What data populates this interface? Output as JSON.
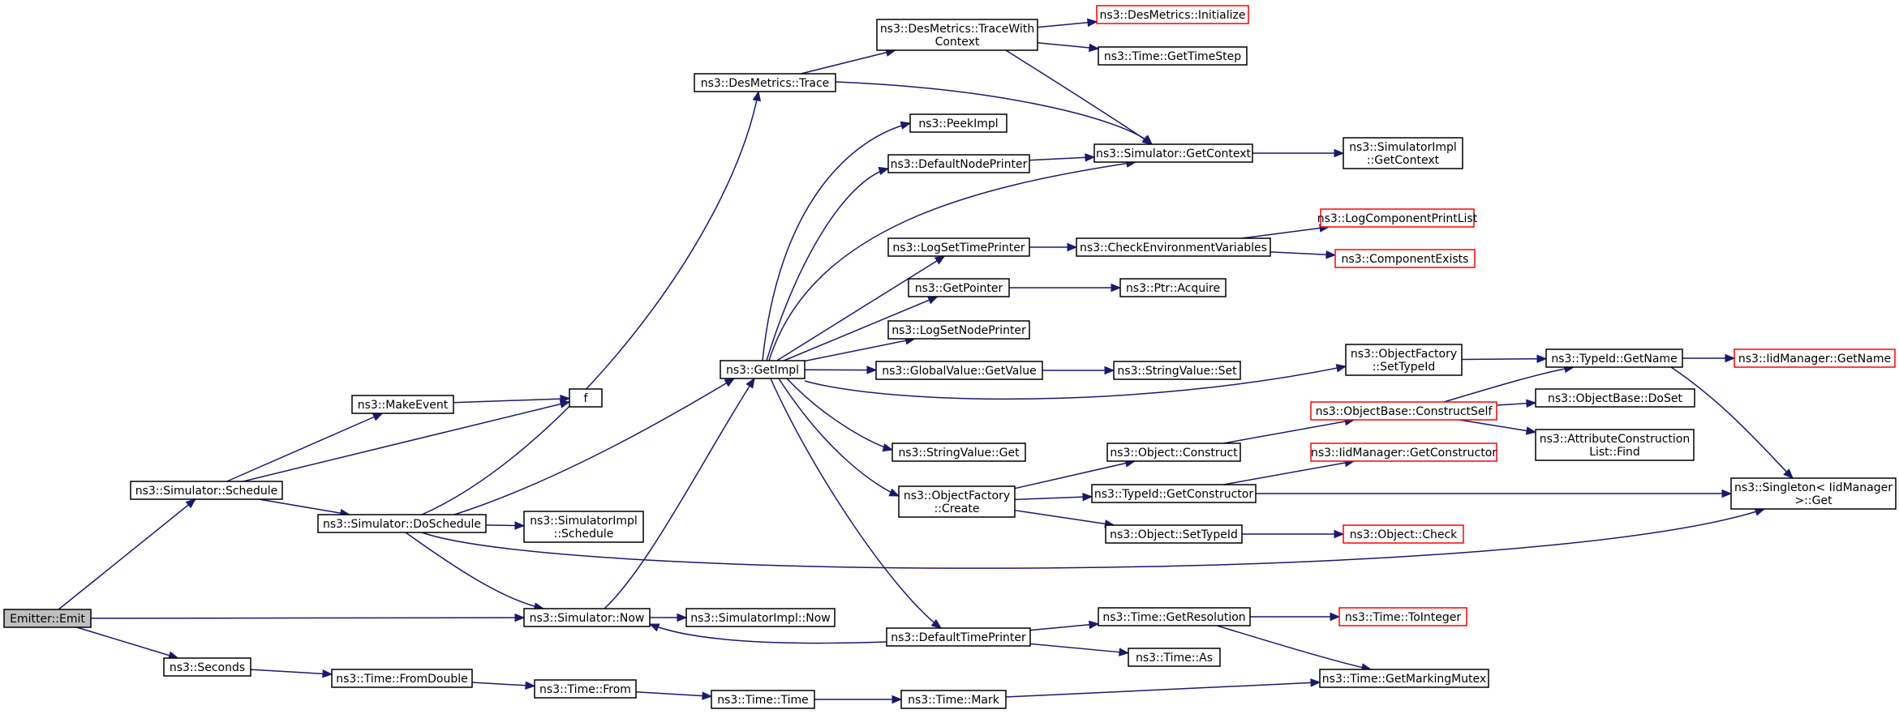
{
  "diagram": {
    "title": "",
    "colors": {
      "edge": "#191970",
      "root_fill": "#bfbfbf",
      "undocumented_border": "#ff0000",
      "node_border": "#000000"
    },
    "nodes": [
      {
        "id": "emit",
        "lines": [
          "Emitter::Emit"
        ],
        "style": "root"
      },
      {
        "id": "sched",
        "lines": [
          "ns3::Simulator::Schedule"
        ]
      },
      {
        "id": "makeevent",
        "lines": [
          "ns3::MakeEvent"
        ]
      },
      {
        "id": "f",
        "lines": [
          "f"
        ]
      },
      {
        "id": "dosched",
        "lines": [
          "ns3::Simulator::DoSchedule"
        ]
      },
      {
        "id": "simimplsched",
        "lines": [
          "ns3::SimulatorImpl",
          "::Schedule"
        ]
      },
      {
        "id": "simnow",
        "lines": [
          "ns3::Simulator::Now"
        ]
      },
      {
        "id": "simimplnow",
        "lines": [
          "ns3::SimulatorImpl::Now"
        ]
      },
      {
        "id": "seconds",
        "lines": [
          "ns3::Seconds"
        ]
      },
      {
        "id": "fromdouble",
        "lines": [
          "ns3::Time::FromDouble"
        ]
      },
      {
        "id": "from",
        "lines": [
          "ns3::Time::From"
        ]
      },
      {
        "id": "timetime",
        "lines": [
          "ns3::Time::Time"
        ]
      },
      {
        "id": "mark",
        "lines": [
          "ns3::Time::Mark"
        ]
      },
      {
        "id": "getimpl",
        "lines": [
          "ns3::GetImpl"
        ]
      },
      {
        "id": "trace",
        "lines": [
          "ns3::DesMetrics::Trace"
        ]
      },
      {
        "id": "tracewith",
        "lines": [
          "ns3::DesMetrics::TraceWith",
          "Context"
        ]
      },
      {
        "id": "desinit",
        "lines": [
          "ns3::DesMetrics::Initialize"
        ],
        "style": "red"
      },
      {
        "id": "gettimestep",
        "lines": [
          "ns3::Time::GetTimeStep"
        ]
      },
      {
        "id": "peekimpl",
        "lines": [
          "ns3::PeekImpl"
        ]
      },
      {
        "id": "defnodeprinter",
        "lines": [
          "ns3::DefaultNodePrinter"
        ]
      },
      {
        "id": "getcontext",
        "lines": [
          "ns3::Simulator::GetContext"
        ]
      },
      {
        "id": "simimplgetctx",
        "lines": [
          "ns3::SimulatorImpl",
          "::GetContext"
        ]
      },
      {
        "id": "logsettime",
        "lines": [
          "ns3::LogSetTimePrinter"
        ]
      },
      {
        "id": "checkenv",
        "lines": [
          "ns3::CheckEnvironmentVariables"
        ]
      },
      {
        "id": "logcompprint",
        "lines": [
          "ns3::LogComponentPrintList"
        ],
        "style": "red"
      },
      {
        "id": "compexists",
        "lines": [
          "ns3::ComponentExists"
        ],
        "style": "red"
      },
      {
        "id": "getpointer",
        "lines": [
          "ns3::GetPointer"
        ]
      },
      {
        "id": "ptracquire",
        "lines": [
          "ns3::Ptr::Acquire"
        ]
      },
      {
        "id": "logsetnode",
        "lines": [
          "ns3::LogSetNodePrinter"
        ]
      },
      {
        "id": "gvgetvalue",
        "lines": [
          "ns3::GlobalValue::GetValue"
        ]
      },
      {
        "id": "svset",
        "lines": [
          "ns3::StringValue::Set"
        ]
      },
      {
        "id": "ofsettypeid",
        "lines": [
          "ns3::ObjectFactory",
          "::SetTypeId"
        ]
      },
      {
        "id": "typeidgetname",
        "lines": [
          "ns3::TypeId::GetName"
        ]
      },
      {
        "id": "iidgetname",
        "lines": [
          "ns3::IidManager::GetName"
        ],
        "style": "red"
      },
      {
        "id": "obconstructself",
        "lines": [
          "ns3::ObjectBase::ConstructSelf"
        ],
        "style": "red"
      },
      {
        "id": "obdoset",
        "lines": [
          "ns3::ObjectBase::DoSet"
        ]
      },
      {
        "id": "attrconstruct",
        "lines": [
          "ns3::AttributeConstruction",
          "List::Find"
        ]
      },
      {
        "id": "svget",
        "lines": [
          "ns3::StringValue::Get"
        ]
      },
      {
        "id": "objconstruct",
        "lines": [
          "ns3::Object::Construct"
        ]
      },
      {
        "id": "iidgetconstructor",
        "lines": [
          "ns3::IidManager::GetConstructor"
        ],
        "style": "red"
      },
      {
        "id": "ofcreate",
        "lines": [
          "ns3::ObjectFactory",
          "::Create"
        ]
      },
      {
        "id": "typeidgetconstructor",
        "lines": [
          "ns3::TypeId::GetConstructor"
        ]
      },
      {
        "id": "singleton",
        "lines": [
          "ns3::Singleton< IidManager",
          ">::Get"
        ]
      },
      {
        "id": "objsettypeid",
        "lines": [
          "ns3::Object::SetTypeId"
        ]
      },
      {
        "id": "objcheck",
        "lines": [
          "ns3::Object::Check"
        ],
        "style": "red"
      },
      {
        "id": "deftimeprinter",
        "lines": [
          "ns3::DefaultTimePrinter"
        ]
      },
      {
        "id": "getresolution",
        "lines": [
          "ns3::Time::GetResolution"
        ]
      },
      {
        "id": "tointeger",
        "lines": [
          "ns3::Time::ToInteger"
        ],
        "style": "red"
      },
      {
        "id": "timeas",
        "lines": [
          "ns3::Time::As"
        ]
      },
      {
        "id": "getmarkingmutex",
        "lines": [
          "ns3::Time::GetMarkingMutex"
        ]
      }
    ],
    "edges": [
      [
        "emit",
        "sched"
      ],
      [
        "emit",
        "simnow"
      ],
      [
        "emit",
        "seconds"
      ],
      [
        "sched",
        "makeevent"
      ],
      [
        "sched",
        "f"
      ],
      [
        "sched",
        "dosched"
      ],
      [
        "makeevent",
        "f"
      ],
      [
        "dosched",
        "trace"
      ],
      [
        "dosched",
        "getimpl"
      ],
      [
        "dosched",
        "simimplsched"
      ],
      [
        "dosched",
        "simnow"
      ],
      [
        "dosched",
        "singleton"
      ],
      [
        "simnow",
        "getimpl"
      ],
      [
        "simnow",
        "simimplnow"
      ],
      [
        "seconds",
        "fromdouble"
      ],
      [
        "fromdouble",
        "from"
      ],
      [
        "from",
        "timetime"
      ],
      [
        "timetime",
        "mark"
      ],
      [
        "mark",
        "getmarkingmutex"
      ],
      [
        "trace",
        "tracewith"
      ],
      [
        "trace",
        "getcontext"
      ],
      [
        "tracewith",
        "desinit"
      ],
      [
        "tracewith",
        "gettimestep"
      ],
      [
        "tracewith",
        "getcontext"
      ],
      [
        "getimpl",
        "peekimpl"
      ],
      [
        "getimpl",
        "defnodeprinter"
      ],
      [
        "getimpl",
        "getcontext"
      ],
      [
        "getimpl",
        "logsettime"
      ],
      [
        "getimpl",
        "getpointer"
      ],
      [
        "getimpl",
        "logsetnode"
      ],
      [
        "getimpl",
        "gvgetvalue"
      ],
      [
        "getimpl",
        "ofsettypeid"
      ],
      [
        "getimpl",
        "svget"
      ],
      [
        "getimpl",
        "ofcreate"
      ],
      [
        "getimpl",
        "deftimeprinter"
      ],
      [
        "defnodeprinter",
        "getcontext"
      ],
      [
        "getcontext",
        "simimplgetctx"
      ],
      [
        "logsettime",
        "checkenv"
      ],
      [
        "checkenv",
        "logcompprint"
      ],
      [
        "checkenv",
        "compexists"
      ],
      [
        "getpointer",
        "ptracquire"
      ],
      [
        "gvgetvalue",
        "svset"
      ],
      [
        "ofsettypeid",
        "typeidgetname"
      ],
      [
        "typeidgetname",
        "iidgetname"
      ],
      [
        "typeidgetname",
        "singleton"
      ],
      [
        "obconstructself",
        "typeidgetname"
      ],
      [
        "obconstructself",
        "obdoset"
      ],
      [
        "obconstructself",
        "attrconstruct"
      ],
      [
        "ofcreate",
        "objconstruct"
      ],
      [
        "ofcreate",
        "typeidgetconstructor"
      ],
      [
        "ofcreate",
        "objsettypeid"
      ],
      [
        "objconstruct",
        "obconstructself"
      ],
      [
        "typeidgetconstructor",
        "iidgetconstructor"
      ],
      [
        "typeidgetconstructor",
        "singleton"
      ],
      [
        "objsettypeid",
        "objcheck"
      ],
      [
        "deftimeprinter",
        "simnow"
      ],
      [
        "deftimeprinter",
        "getresolution"
      ],
      [
        "deftimeprinter",
        "timeas"
      ],
      [
        "getresolution",
        "tointeger"
      ],
      [
        "getresolution",
        "getmarkingmutex"
      ]
    ]
  }
}
